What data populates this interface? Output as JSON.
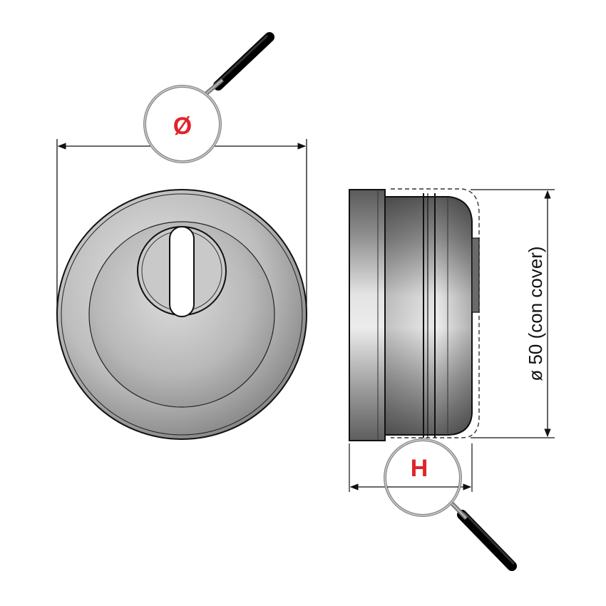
{
  "labels": {
    "diameter_symbol": "Ø",
    "height_symbol": "H",
    "diameter_dimension": "ø 50 (con cover)"
  },
  "icons": {
    "top_magnifier": "magnifying-glass-icon",
    "bottom_magnifier": "magnifying-glass-icon"
  },
  "colors": {
    "accent": "#e0242a",
    "line": "#111111",
    "body_dark": "#5c5c5c",
    "body_light": "#d8d8d8"
  }
}
